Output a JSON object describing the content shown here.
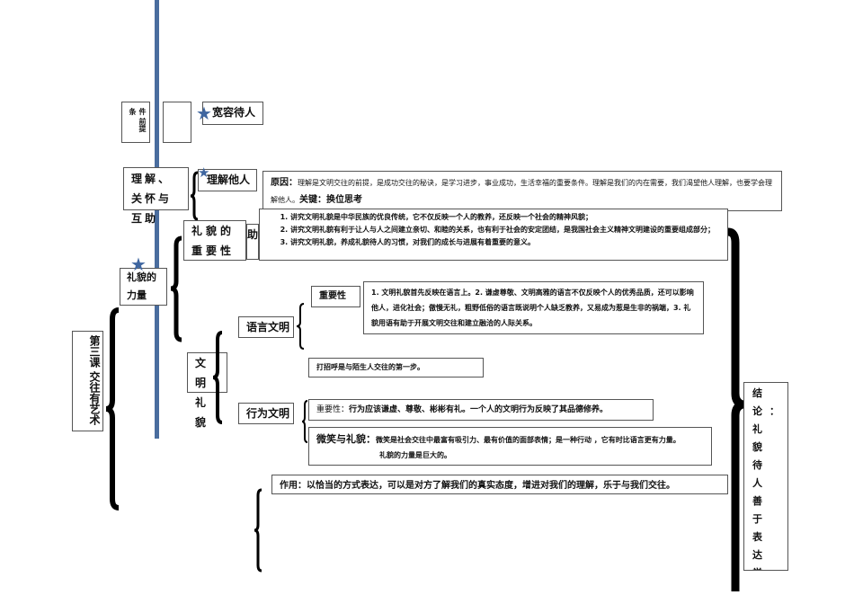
{
  "nodes": {
    "premise": "件 前提条",
    "tolerance": "宽容待人",
    "understand_care": "理解、关怀与互助",
    "understand_others": "理解他人",
    "reason_label": "原因：",
    "reason_text": "理解是文明交往的前提，是成功交往的秘诀，是学习进步，事业成功，生活幸福的重要条件。理解是我们的内在需要，我们渴望他人理解，也要学会理解他人。",
    "key_label": "关键：换位思考",
    "hidden_fragment": "助",
    "importance_title": "礼貌的重要性",
    "importance_items": [
      "讲究文明礼貌是中华民族的优良传统，它不仅反映一个人的教养，还反映一个社会的精神风貌；",
      "讲究文明礼貌有利于让人与人之间建立亲切、和睦的关系，也有利于社会的安定团结，是我国社会主义精神文明建设的重要组成部分；",
      "讲究文明礼貌，养成礼貌待人的习惯，对我们的成长与进展有着重要的意义。"
    ],
    "power": "礼貌的力量",
    "lesson": "第三课 交往有艺术",
    "civility": "文明礼貌",
    "language": "语言文明",
    "lang_importance_label": "重要性",
    "lang_importance_text": "1. 文明礼貌首先反映在语言上。2. 谦虚尊敬、文明高雅的语言不仅反映个人的优秀品质，还可以影响他人，进化社会；傲慢无礼，粗野低俗的语言既说明个人缺乏教养，又易成为惹是生非的祸端，3. 礼貌用语有助于开展文明交往和建立融洽的人际关系。",
    "greeting": "打招呼是与陌生人交往的第一步。",
    "behavior": "行为文明",
    "behavior_importance_label": "重要性：",
    "behavior_importance_text": "行为应该谦虚、尊敬、彬彬有礼。一个人的文明行为反映了其品德修养。",
    "smile_label": "微笑与礼貌：",
    "smile_text": "微笑是社会交往中最富有吸引力、最有价值的面部表情；是一种行动 ，它有时比语言更有力量。",
    "smile_text2": "礼貌的力量是巨大的。",
    "effect_label": "作用：",
    "effect_text": "以恰当的方式表达，可以是对方了解我们的真实态度，增进对我们的理解，乐于与我们交往。",
    "conclusion": "结论：礼貌待人善于表达学会倾听是成功交往的艺术"
  },
  "colors": {
    "line": "#4a6d9e",
    "star": "#3f66a0"
  }
}
